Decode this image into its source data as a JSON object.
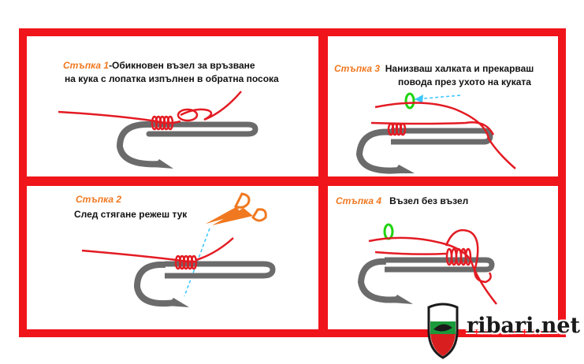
{
  "steps": [
    {
      "label": "Стъпка 1",
      "line1": "-Обикновен възел за връзване",
      "line2": "на кука с лопатка изпълнен в обратна посока"
    },
    {
      "label": "Стъпка 3",
      "line1": "Нанизваш халката и прекарваш",
      "line2": "повода през ухото на куката"
    },
    {
      "label": "Стъпка 2",
      "line1": "След стягане режеш тук"
    },
    {
      "label": "Стъпка 4",
      "line1": "Възел без възел"
    }
  ],
  "logo": {
    "text": "ribari.net"
  },
  "colors": {
    "frame": "#f0141b",
    "step_label": "#f07820",
    "line": "#e31b23",
    "hook": "#6b6b6b",
    "ring": "#1fd40f",
    "arrow": "#39c6ff",
    "scissors": "#f07820"
  }
}
